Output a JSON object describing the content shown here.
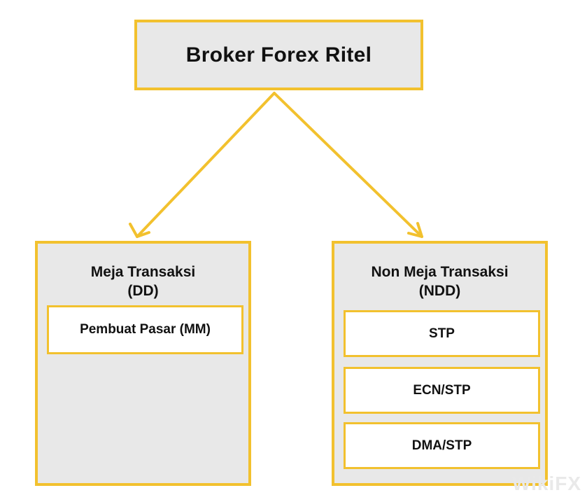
{
  "diagram": {
    "root": {
      "label": "Broker Forex Ritel"
    },
    "left": {
      "title_line1": "Meja Transaksi",
      "title_line2": "(DD)",
      "items": [
        "Pembuat Pasar (MM)"
      ]
    },
    "right": {
      "title_line1": "Non Meja Transaksi",
      "title_line2": "(NDD)",
      "items": [
        "STP",
        "ECN/STP",
        "DMA/STP"
      ]
    },
    "watermark": "WikiFX"
  },
  "colors": {
    "border": "#f2c12e",
    "box_fill": "#e8e8e8",
    "inner_fill": "#ffffff",
    "text": "#111111"
  }
}
